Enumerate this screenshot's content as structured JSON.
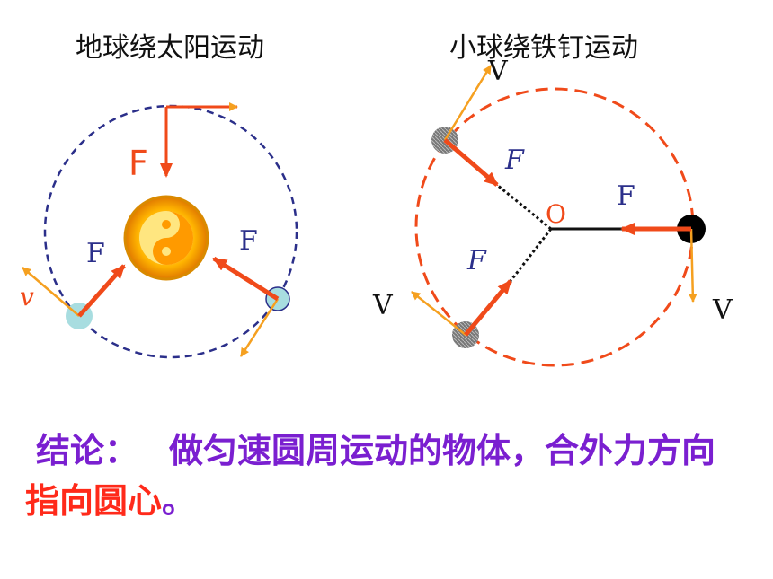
{
  "left_diagram": {
    "title": "地球绕太阳运动",
    "labels": {
      "force_top": "F",
      "force_left": "F",
      "force_right": "F",
      "velocity": "v"
    }
  },
  "right_diagram": {
    "title": "小球绕铁钉运动",
    "labels": {
      "center": "O",
      "velocity_top": "V",
      "velocity_left": "V",
      "velocity_right": "V",
      "force_upper": "F",
      "force_lower": "F",
      "force_right": "F"
    }
  },
  "conclusion": {
    "prefix": "结论：",
    "body": "做匀速圆周运动的物体，合外力方向",
    "highlight": "指向圆心",
    "suffix": "。"
  },
  "colors": {
    "orbit_left": "#2b2f8a",
    "orbit_right": "#f04a1a",
    "force": "#f04a1a",
    "velocity": "#f5a020",
    "conclusion": "#7a1fd0",
    "highlight": "#ff2a1a"
  },
  "icons": [
    "sun-yin-yang-icon",
    "earth-ball-icon",
    "grey-ball-icon",
    "black-ball-icon"
  ]
}
